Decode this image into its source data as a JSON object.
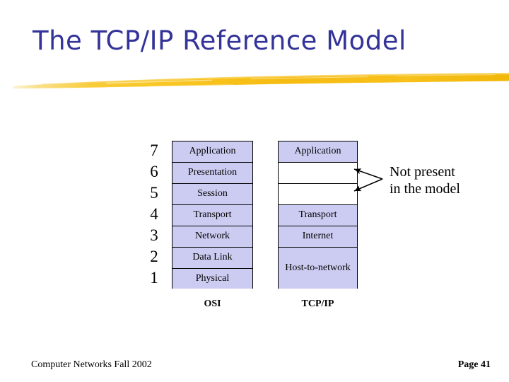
{
  "slide": {
    "title": "The TCP/IP Reference Model",
    "accent_color": "#333399",
    "brush_color": "#f5bb19",
    "cell_fill_color": "#ccccf2"
  },
  "diagram": {
    "layer_numbers": [
      "7",
      "6",
      "5",
      "4",
      "3",
      "2",
      "1"
    ],
    "osi": {
      "label": "OSI",
      "layers": [
        {
          "name": "Application",
          "present": true
        },
        {
          "name": "Presentation",
          "present": true
        },
        {
          "name": "Session",
          "present": true
        },
        {
          "name": "Transport",
          "present": true
        },
        {
          "name": "Network",
          "present": true
        },
        {
          "name": "Data Link",
          "present": true
        },
        {
          "name": "Physical",
          "present": true
        }
      ]
    },
    "tcpip": {
      "label": "TCP/IP",
      "layers": [
        {
          "name": "Application",
          "present": true,
          "spans": 1
        },
        {
          "name": "",
          "present": false,
          "spans": 1
        },
        {
          "name": "",
          "present": false,
          "spans": 1
        },
        {
          "name": "Transport",
          "present": true,
          "spans": 1
        },
        {
          "name": "Internet",
          "present": true,
          "spans": 1
        },
        {
          "name": "Host-to-network",
          "present": true,
          "spans": 2
        }
      ]
    },
    "annotation": {
      "line1": "Not present",
      "line2": "in the model"
    }
  },
  "footer": {
    "left": "Computer Networks Fall 2002",
    "right": "Page 41"
  }
}
